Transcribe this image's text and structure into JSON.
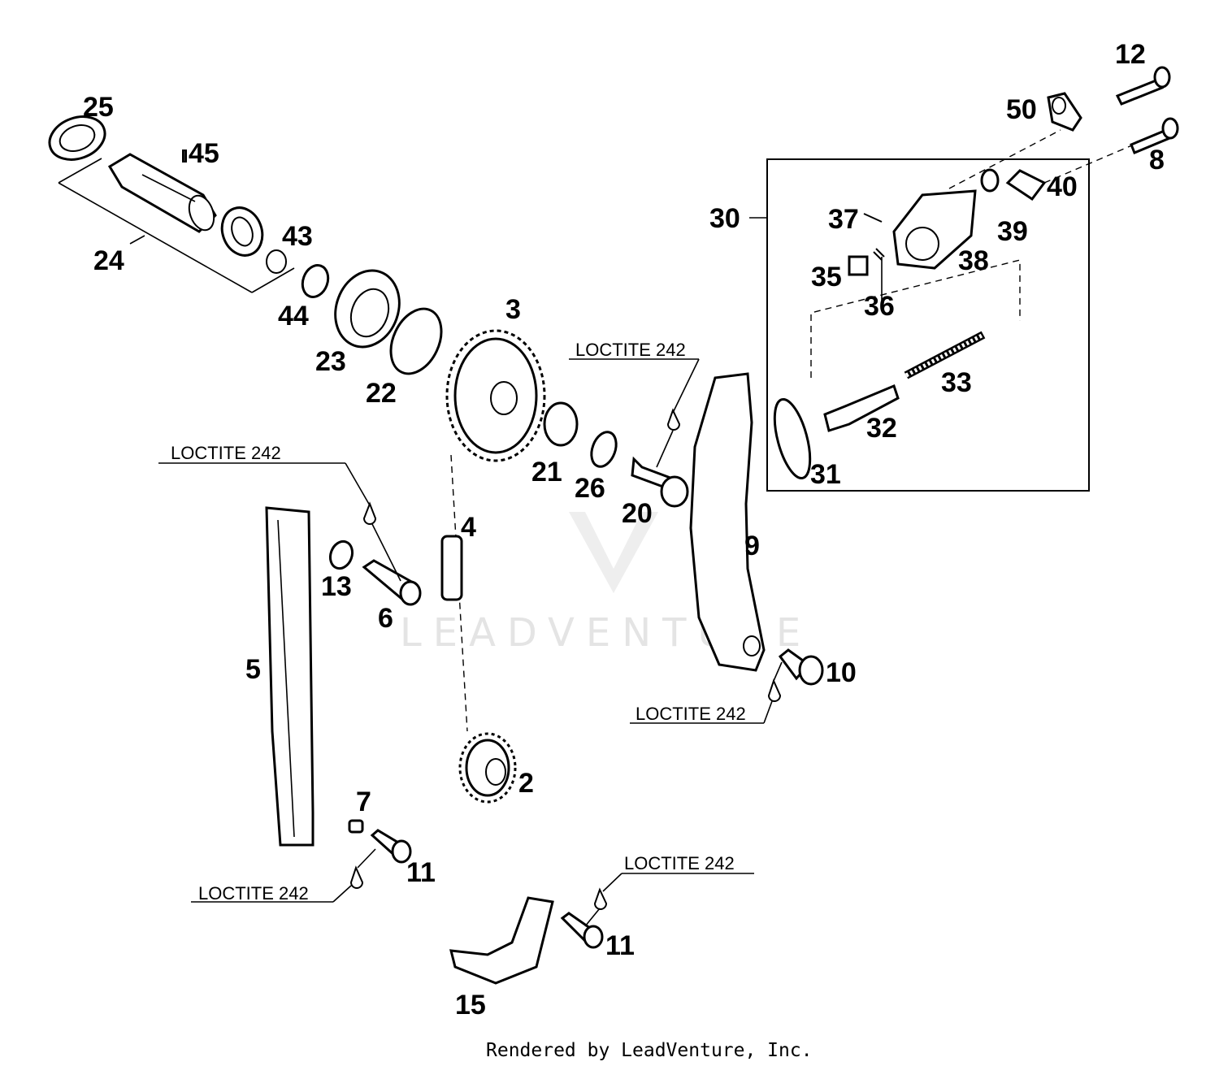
{
  "diagram": {
    "part_numbers": {
      "p2": "2",
      "p3": "3",
      "p4": "4",
      "p5": "5",
      "p6": "6",
      "p7": "7",
      "p8": "8",
      "p9": "9",
      "p10": "10",
      "p11a": "11",
      "p11b": "11",
      "p12": "12",
      "p13": "13",
      "p15": "15",
      "p20": "20",
      "p21": "21",
      "p22": "22",
      "p23": "23",
      "p24": "24",
      "p25": "25",
      "p26": "26",
      "p30": "30",
      "p31": "31",
      "p32": "32",
      "p33": "33",
      "p35": "35",
      "p36": "36",
      "p37": "37",
      "p38": "38",
      "p39": "39",
      "p40": "40",
      "p43": "43",
      "p44": "44",
      "p45": "45",
      "p50": "50"
    },
    "notes": {
      "loctite_top": "LOCTITE 242",
      "loctite_left": "LOCTITE 242",
      "loctite_right": "LOCTITE 242",
      "loctite_bottom_left": "LOCTITE 242",
      "loctite_bottom_right": "LOCTITE 242"
    },
    "watermark": "LEADVENTURE",
    "footer": "Rendered by LeadVenture, Inc."
  }
}
